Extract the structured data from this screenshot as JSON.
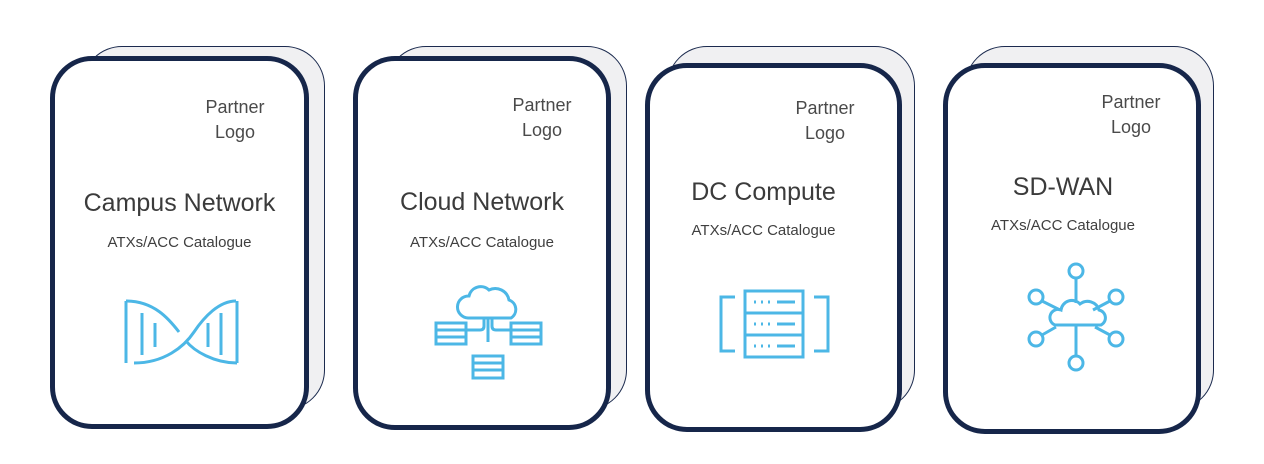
{
  "cards": [
    {
      "title": "Campus Network",
      "subtitle": "ATXs/ACC Catalogue",
      "partner_line1": "Partner",
      "partner_line2": "Logo",
      "icon": "dna-icon"
    },
    {
      "title": "Cloud Network",
      "subtitle": "ATXs/ACC Catalogue",
      "partner_line1": "Partner",
      "partner_line2": "Logo",
      "icon": "cloud-network-icon"
    },
    {
      "title": "DC Compute",
      "subtitle": "ATXs/ACC Catalogue",
      "partner_line1": "Partner",
      "partner_line2": "Logo",
      "icon": "server-rack-icon"
    },
    {
      "title": "SD-WAN",
      "subtitle": "ATXs/ACC Catalogue",
      "partner_line1": "Partner",
      "partner_line2": "Logo",
      "icon": "cloud-hub-icon"
    }
  ],
  "colors": {
    "border": "#16264a",
    "icon": "#4cb7e6",
    "shadow_fill": "#f0f0f2",
    "text": "#3b3b3b"
  }
}
